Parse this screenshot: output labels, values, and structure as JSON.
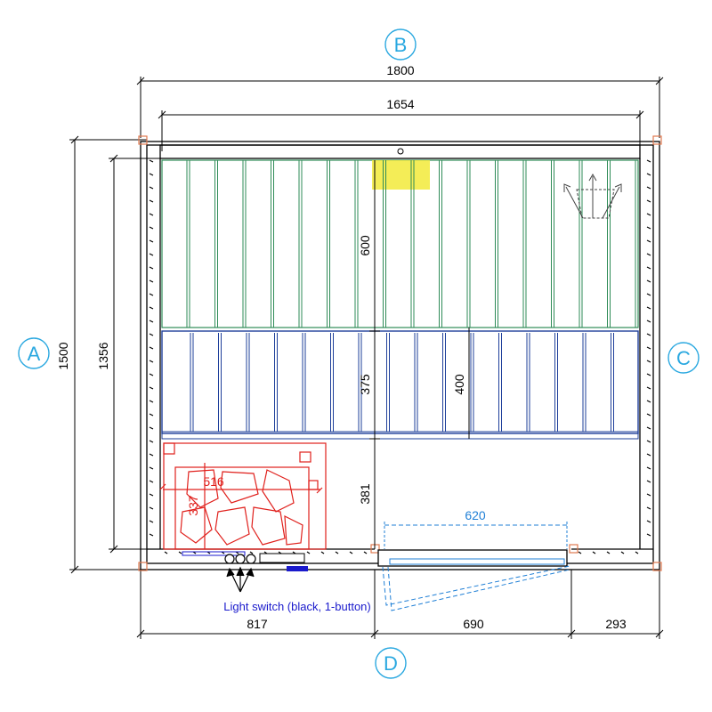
{
  "colors": {
    "walls": "#000000",
    "upper_bench": "#2e8b57",
    "lower_bench": "#1e3f9a",
    "heater": "#e0201c",
    "door": "#1f7fd6",
    "annotation": "#1a1acc",
    "side_circle": "#2aa8e0",
    "highlight": "#f2ea3a",
    "corner_post": "#e07a50"
  },
  "side_labels": {
    "top": "B",
    "left": "A",
    "right": "C",
    "bottom": "D"
  },
  "dimensions": {
    "outer_width": "1800",
    "inner_width": "1654",
    "outer_height": "1500",
    "inner_height": "1356",
    "upper_bench_depth": "600",
    "lower_bench_depth": "375",
    "lower_bench_offset": "400",
    "front_gap": "381",
    "door_width": "620",
    "bottom_left": "817",
    "bottom_middle": "690",
    "bottom_right": "293",
    "heater_width": "516",
    "heater_depth": "337"
  },
  "annotations": {
    "light_switch": "Light switch (black, 1-button)"
  },
  "icons": {
    "fan": "ventilation-arrows-icon",
    "heater": "heater-stones-icon"
  }
}
